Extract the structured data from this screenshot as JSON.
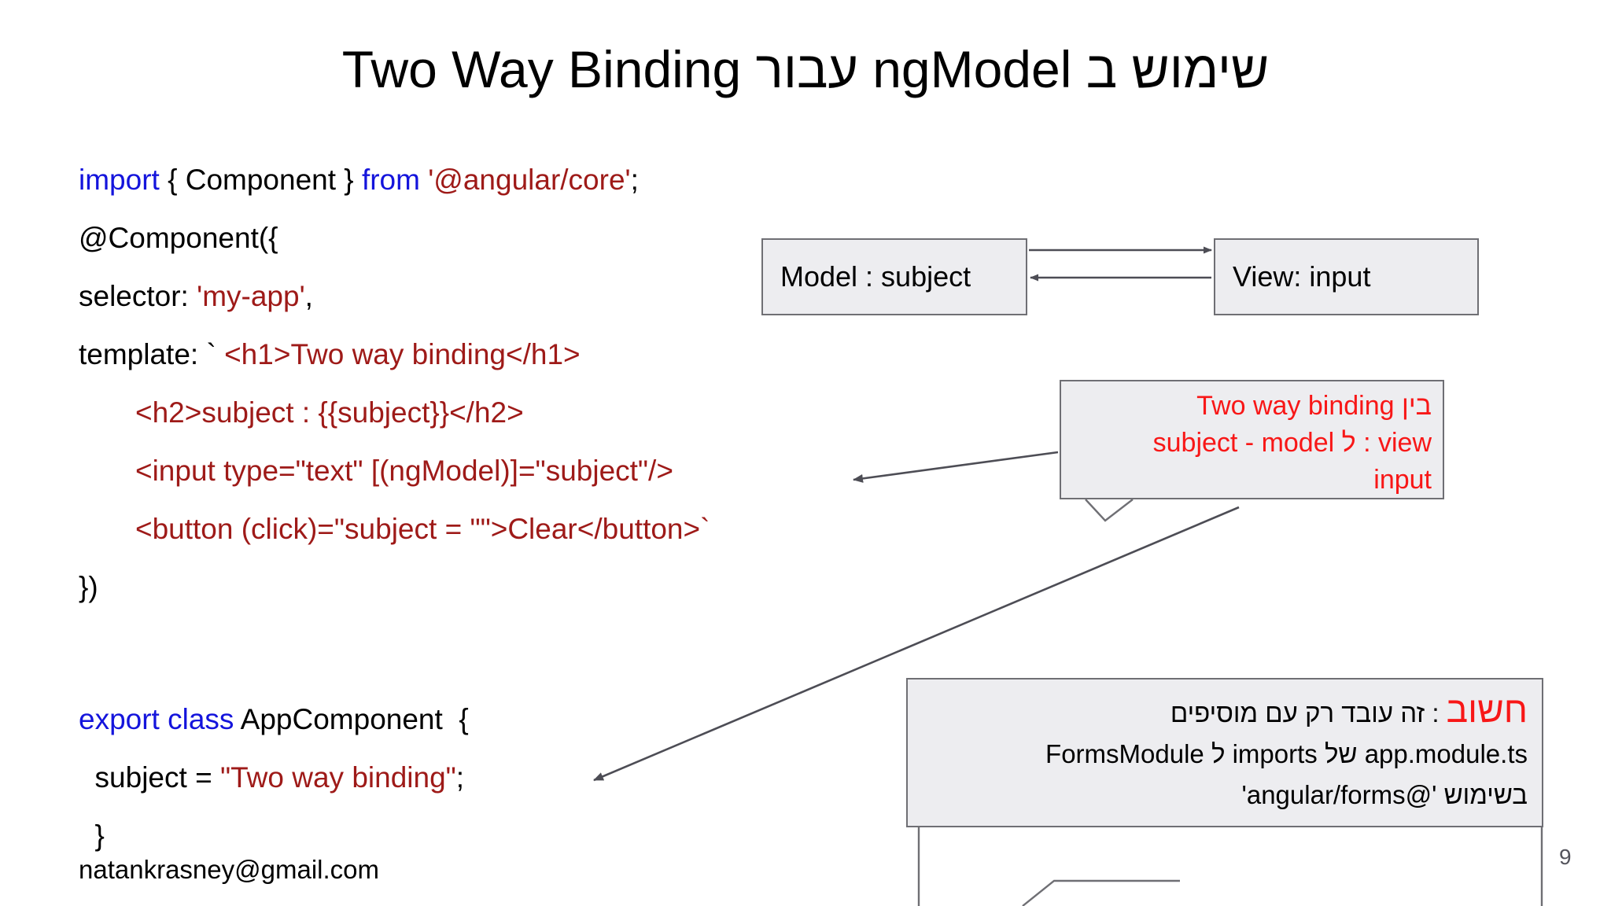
{
  "slide": {
    "title": "שימוש ב ngModel עבור Two Way Binding",
    "page_number": "9",
    "footer_email": "natankrasney@gmail.com",
    "colors": {
      "keyword": "#1414dc",
      "string": "#9e1a18",
      "note_red": "#f81717",
      "box_fill": "#ededf0",
      "box_border": "#6f6f74",
      "arrow": "#4d4d55"
    }
  },
  "code": {
    "upper": [
      {
        "parts": [
          {
            "t": "import",
            "c": "kw"
          },
          {
            "t": " { Component } ",
            "c": "plain"
          },
          {
            "t": "from",
            "c": "kw"
          },
          {
            "t": " ",
            "c": "plain"
          },
          {
            "t": "'@angular/core'",
            "c": "str"
          },
          {
            "t": ";",
            "c": "plain"
          }
        ]
      },
      {
        "parts": [
          {
            "t": "@Component({",
            "c": "plain"
          }
        ]
      },
      {
        "parts": [
          {
            "t": "selector: ",
            "c": "plain"
          },
          {
            "t": "'my-app'",
            "c": "str"
          },
          {
            "t": ",",
            "c": "plain"
          }
        ]
      },
      {
        "parts": [
          {
            "t": "template: ` ",
            "c": "plain"
          },
          {
            "t": "<h1>Two way binding</h1>",
            "c": "str"
          }
        ]
      },
      {
        "parts": [
          {
            "t": "       ",
            "c": "plain"
          },
          {
            "t": "<h2>subject : {{subject}}</h2>",
            "c": "str"
          }
        ]
      },
      {
        "parts": [
          {
            "t": "       ",
            "c": "plain"
          },
          {
            "t": "<input type=\"text\" [(ngModel)]=\"subject\"/>",
            "c": "str"
          }
        ]
      },
      {
        "parts": [
          {
            "t": "       ",
            "c": "plain"
          },
          {
            "t": "<button (click)=\"subject = \"\">Clear</button>`",
            "c": "str"
          }
        ]
      },
      {
        "parts": [
          {
            "t": "})",
            "c": "plain"
          }
        ]
      }
    ],
    "lower": [
      {
        "parts": [
          {
            "t": "export class",
            "c": "kw"
          },
          {
            "t": " AppComponent  {",
            "c": "plain"
          }
        ]
      },
      {
        "parts": [
          {
            "t": "  subject = ",
            "c": "plain"
          },
          {
            "t": "\"Two way binding\"",
            "c": "str"
          },
          {
            "t": ";",
            "c": "plain"
          }
        ]
      },
      {
        "parts": [
          {
            "t": "  }",
            "c": "plain"
          }
        ]
      }
    ]
  },
  "diagram": {
    "model_box_label": "Model : subject",
    "view_box_label": "View: input",
    "arrow_model_to_view": "arrow-right",
    "arrow_view_to_model": "arrow-left"
  },
  "callouts": {
    "binding_note": {
      "lines": [
        "Two way binding בין",
        "subject - model ל : view",
        "input"
      ]
    },
    "important_note": {
      "keyword": "חשוב",
      "lines": [
        " : זה עובד רק עם מוסיפים",
        "FormsModule ל imports של app.module.ts",
        "בשימוש  '@angular/forms'"
      ]
    }
  }
}
